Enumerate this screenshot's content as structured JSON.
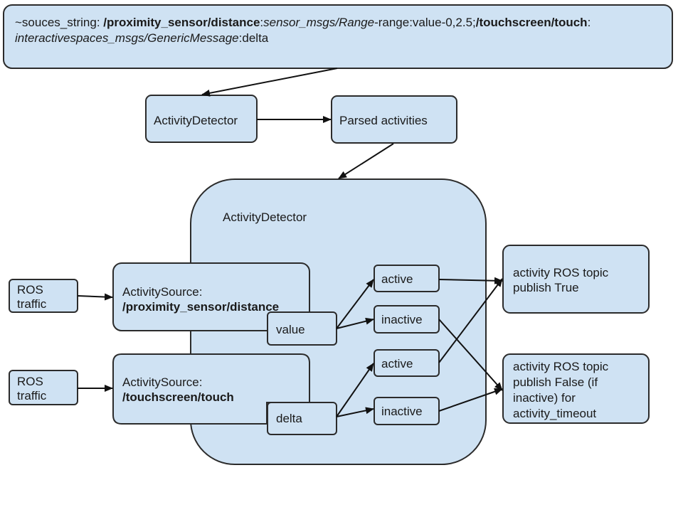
{
  "config_box": {
    "prefix": "~souces_string: ",
    "topic1": "/proximity_sensor/distance",
    "sep1": ":",
    "type1": "sensor_msgs/Range",
    "suffix1": "-range:value-0,2.5;",
    "topic2": "/touchscreen/touch",
    "sep2": ":",
    "type2": "interactivespaces_msgs/GenericMessage",
    "suffix2": ":delta"
  },
  "activity_detector_box": {
    "label": "ActivityDetector"
  },
  "parsed_activities_box": {
    "label": "Parsed activities"
  },
  "detector_container": {
    "label": "ActivityDetector"
  },
  "ros_traffic_1": {
    "line1": "ROS",
    "line2": "traffic"
  },
  "ros_traffic_2": {
    "line1": "ROS",
    "line2": "traffic"
  },
  "source_1": {
    "line1": "ActivitySource:",
    "line2": "/proximity_sensor/distance"
  },
  "source_2": {
    "line1": "ActivitySource:",
    "line2": "/touchscreen/touch"
  },
  "field_1": {
    "label": "value"
  },
  "field_2": {
    "label": "delta"
  },
  "state_active_1": {
    "label": "active"
  },
  "state_inactive_1": {
    "label": "inactive"
  },
  "state_active_2": {
    "label": "active"
  },
  "state_inactive_2": {
    "label": "inactive"
  },
  "output_true": {
    "line1": "activity ROS topic",
    "line2": "publish True"
  },
  "output_false": {
    "line1": "activity ROS topic",
    "line2": "publish False (if",
    "line3": "inactive) for",
    "line4": "activity_timeout"
  },
  "colors": {
    "box_fill": "#cfe2f3",
    "stroke": "#2b2b2b",
    "arrow": "#111111"
  }
}
